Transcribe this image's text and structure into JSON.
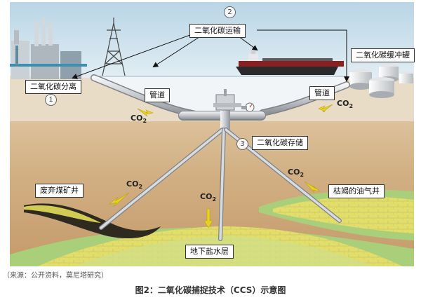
{
  "labels": {
    "transport": "二氧化碳运输",
    "separation": "二氧化碳分离",
    "buffer_tank": "二氧化碳缓冲罐",
    "pipeline_left": "管道",
    "pipeline_right": "管道",
    "storage": "二氧化碳存储",
    "abandoned_mine": "废弃煤矿井",
    "depleted_oil_well": "枯竭的油气井",
    "saline_aquifer": "地下盐水层"
  },
  "step_numbers": {
    "one": "1",
    "two": "2",
    "three": "3"
  },
  "co2": {
    "base": "CO",
    "sub": "2"
  },
  "source": "（来源：公开资料，莫尼塔研究）",
  "caption": "图2：二氧化碳捕捉技术（CCS）示意图",
  "colors": {
    "sky": "#cfe3ee",
    "ground": "#d8b890",
    "sea": "#eef3f6",
    "strata_yellow": "#e6e06a",
    "strata_green": "#a9cf7a",
    "arrow": "#e8d21e",
    "pipe": "#c9ccd0"
  }
}
